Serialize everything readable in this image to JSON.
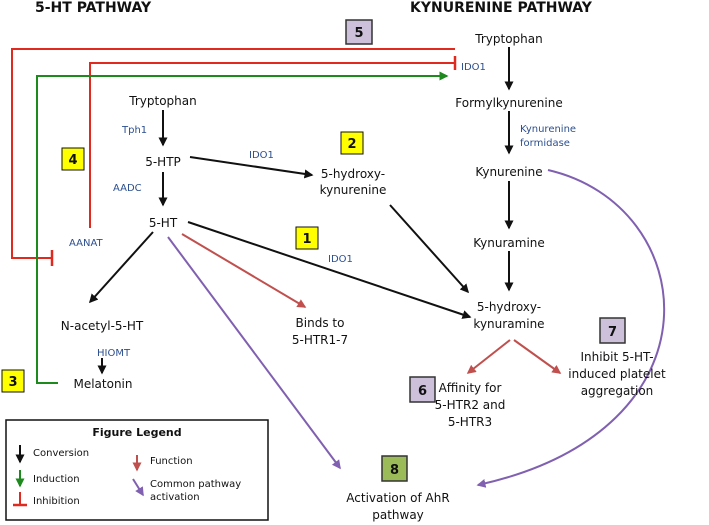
{
  "headers": {
    "left": "5-HT PATHWAY",
    "right": "KYNURENINE PATHWAY"
  },
  "nodes": {
    "trp_left": "Tryptophan",
    "htp": "5-HTP",
    "ht": "5-HT",
    "nacetyl": "N-acetyl-5-HT",
    "melatonin": "Melatonin",
    "hk_l1": "5-hydroxy-",
    "hk_l2": "kynurenine",
    "binds_l1": "Binds to",
    "binds_l2": "5-HTR1-7",
    "trp_right": "Tryptophan",
    "formyl": "Formylkynurenine",
    "kyn": "Kynurenine",
    "kynuramine": "Kynuramine",
    "hkyn_l1": "5-hydroxy-",
    "hkyn_l2": "kynuramine",
    "affinity_l1": "Affinity for",
    "affinity_l2": "5-HTR2 and",
    "affinity_l3": "5-HTR3",
    "inhibit_l1": "Inhibit 5-HT-",
    "inhibit_l2": "induced platelet",
    "inhibit_l3": "aggregation",
    "ahr_l1": "Activation of AhR",
    "ahr_l2": "pathway"
  },
  "enzymes": {
    "tph1": "Tph1",
    "aadc": "AADC",
    "ido1_a": "IDO1",
    "ido1_b": "IDO1",
    "ido1_top": "IDO1",
    "aanat": "AANAT",
    "hiomt": "HIOMT",
    "kf_l1": "Kynurenine",
    "kf_l2": "formidase"
  },
  "badges": {
    "b1": "1",
    "b2": "2",
    "b3": "3",
    "b4": "4",
    "b5": "5",
    "b6": "6",
    "b7": "7",
    "b8": "8"
  },
  "legend": {
    "title": "Figure Legend",
    "conversion": "Conversion",
    "induction": "Induction",
    "inhibition": "Inhibition",
    "function": "Function",
    "common_l1": "Common pathway",
    "common_l2": "activation"
  },
  "colors": {
    "conversion": "#111111",
    "induction": "#1e8a1e",
    "inhibition": "#e02a20",
    "function": "#c0504d",
    "common": "#8060b0",
    "enzyme_text": "#2c4f8f",
    "badge_yellow": "#ffff00",
    "badge_purple": "#ccc0da",
    "badge_green": "#9bbb59"
  }
}
